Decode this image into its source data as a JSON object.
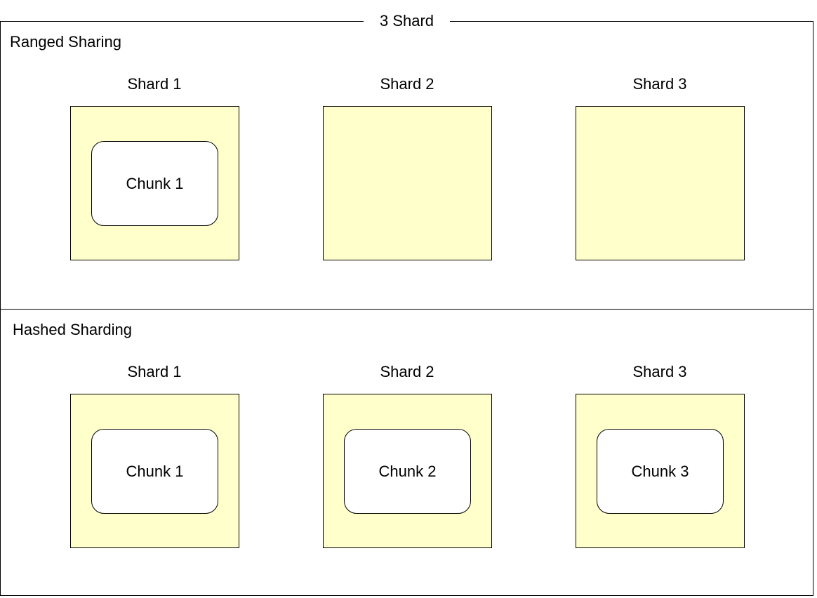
{
  "diagram": {
    "title": "3 Shard",
    "colors": {
      "shard_fill": "#ffffcc",
      "chunk_fill": "#ffffff",
      "stroke": "#000000"
    },
    "ranged": {
      "label": "Ranged Sharing",
      "shards": [
        {
          "label": "Shard 1",
          "chunk": "Chunk 1"
        },
        {
          "label": "Shard 2"
        },
        {
          "label": "Shard 3"
        }
      ]
    },
    "hashed": {
      "label": "Hashed Sharding",
      "shards": [
        {
          "label": "Shard 1",
          "chunk": "Chunk 1"
        },
        {
          "label": "Shard 2",
          "chunk": "Chunk 2"
        },
        {
          "label": "Shard 3",
          "chunk": "Chunk 3"
        }
      ]
    }
  }
}
